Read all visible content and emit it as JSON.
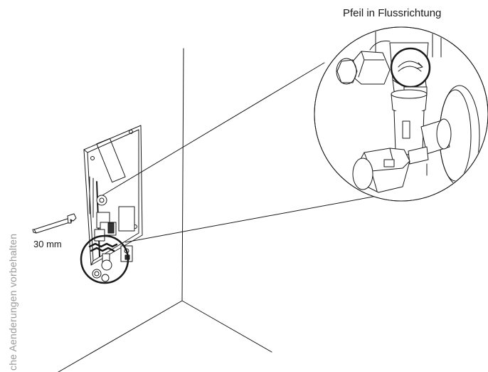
{
  "labels": {
    "flow_arrow": "Pfeil in Flussrichtung",
    "wrench_size": "30 mm",
    "side_note": "che Aenderungen vorbehalten"
  },
  "icons": [
    "open-end-wrench-icon",
    "flow-direction-arrow-icon"
  ],
  "colors": {
    "line": "#1a1a1a",
    "side_note": "#9a9a9a"
  }
}
